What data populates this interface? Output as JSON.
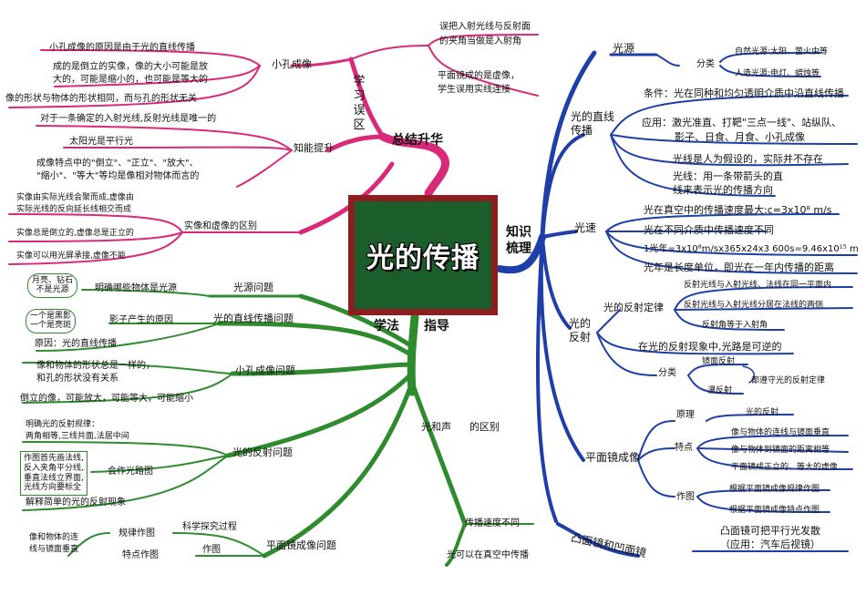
{
  "center_title": "光的传播",
  "sections": {
    "summary": "总结升华",
    "mistakes": "学习误区",
    "knowledge": "知识梳理",
    "method": "学法",
    "guide": "指导"
  },
  "left_pink": {
    "pinhole": "小孔成像",
    "pinhole_l1": "小孔成像的原因是由于光的直线传播",
    "pinhole_l2": "成的是倒立的实像，像的大小可能是放",
    "pinhole_l3": "大的，可能是缩小的，也可能是等大的",
    "pinhole_l4": "像的形状与物体的形状相同，而与孔的形状无关",
    "mistake_1a": "误把入射光线与反射面",
    "mistake_1b": "的夹角当做是入射角",
    "mistake_2a": "平面镜成的是虚像，",
    "mistake_2b": "学生误用实线连接",
    "ability_1": "对于一条确定的入射光线,反射光线是唯一的",
    "ability": "知能提升",
    "ability_2": "太阳光是平行光",
    "ability_3a": "成像特点中的\"倒立\"、\"正立\"、\"放大\"、",
    "ability_3b": "\"缩小\"、\"等大\"等均是像相对物体而言的",
    "realvirt_1a": "实像由实际光线会聚而成,虚像由",
    "realvirt_1b": "实际光线的反向延长线相交而成",
    "realvirt": "实像和虚像的区别",
    "realvirt_2": "实像总是倒立的,虚像总是正立的",
    "realvirt_3": "实像可以用光屏承接,虚像不能"
  },
  "left_green": {
    "source_q": "光源问题",
    "source_pill_a": "月亮、钻石",
    "source_pill_b": "不是光源",
    "source_tip": "明确哪些物体是光源",
    "straight_q": "光的直线传播问题",
    "shadow_pill_a": "一个是黑影",
    "shadow_pill_b": "一个是亮斑",
    "shadow_tip": "影子产生的原因",
    "reason": "原因：光的直线传播",
    "pinhole_q": "小孔成像问题",
    "pin_1a": "像和物体的形状总是一样的，",
    "pin_1b": "和孔的形状没有关系",
    "pin_2": "倒立的像，可能放大，可能等大，可能缩小",
    "refl_1a": "明确光的反射规律：",
    "refl_1b": "两角相等,三线共面,法居中间",
    "refl_q": "光的反射问题",
    "box_1": "作图首先画法线,",
    "box_2": "反入夹角平分线,",
    "box_3": "垂直法线立界面,",
    "box_4": "光线方向要标全",
    "draw": "会作光路图",
    "explain": "解释简单的光的反射现象",
    "exp": "科学探究过程",
    "rule_draw": "规律作图",
    "draw2": "作图",
    "plane_q": "平面镜成像问题",
    "bl_1": "像和物体的连",
    "bl_2": "线与镜面垂直",
    "feature_draw": "特点作图"
  },
  "bottom_mid": {
    "light_sound": "光和声",
    "difference": "的区别",
    "speed_diff": "传播速度不同",
    "vacuum": "光可以在真空中传播"
  },
  "right_blue": {
    "source": "光源",
    "classify": "分类",
    "natural": "自然光源:太阳、萤火虫等",
    "artificial": "人造光源:电灯、蜡烛等",
    "straight": "光的直线传播",
    "condition": "条件：光在同种和均匀透明介质中沿直线传播",
    "app_1": "应用：激光准直、打靶\"三点一线\"、站纵队、",
    "app_2": "影子、日食、月食、小孔成像",
    "ray_1": "光线是人为假设的，实际并不存在",
    "ray_2": "光线：用一条带箭头的直",
    "ray_3": "线来表示光的传播方向",
    "speed": "光速",
    "speed_1": "光在真空中的传播速度最大:c=3x10⁸ m/s",
    "speed_2": "光在不同介质中传播速度不同",
    "speed_3": "1光年=3x10⁸m/sx365x24x3 600s=9.46x10¹⁵ m",
    "speed_4": "光年是长度单位，即光在一年内传播的距离",
    "reflection": "光的反射",
    "law": "光的反射定律",
    "law_1": "反射光线与入射光线、法线在同一平面内",
    "law_2": "反射光线与入射光线分居在法线的两侧",
    "law_3": "反射角等于入射角",
    "reversible": "在光的反射现象中,光路是可逆的",
    "refl_class": "分类",
    "specular": "镜面反射",
    "diffuse": "漫反射",
    "obey": "都遵守光的反射定律",
    "plane": "平面镜成像",
    "principle": "原理",
    "principle_1": "光的反射",
    "features": "特点",
    "feat_1": "像与物体的连线与镜面垂直",
    "feat_2": "像与物体到镜面的距离相等",
    "feat_3": "平面镜成正立的、等大的虚像",
    "drawing": "作图",
    "draw_1": "根据平面镜成像规律作图",
    "draw_2": "根据平面镜成像特点作图",
    "convex": "凸面镜和凹面镜",
    "convex_1": "凸面镜可把平行光发散",
    "convex_2": "（应用：汽车后视镜）"
  },
  "colors": {
    "blue": "#1f3fa8",
    "green": "#2e8b2e",
    "pink": "#d92a7a",
    "center_border": "#8b1f1f",
    "center_fill": "#1b5e2b"
  }
}
